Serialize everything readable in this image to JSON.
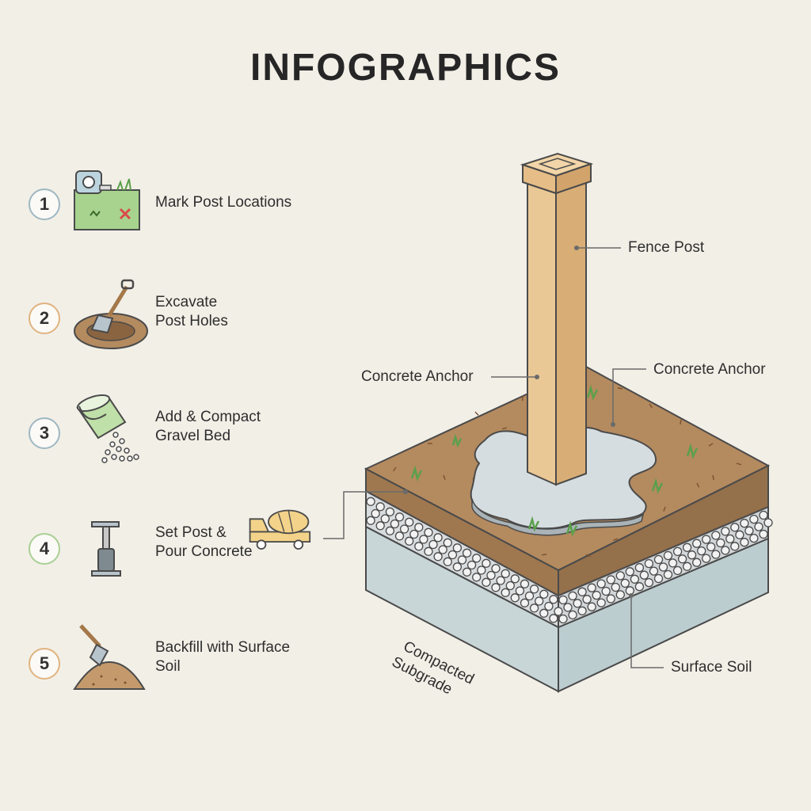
{
  "page": {
    "title": "INFOGRAPHICS"
  },
  "steps": [
    {
      "number": "1",
      "label": "Mark Post Locations",
      "icon": "measuring-tape-grass-icon",
      "ring": "#9fb7c2"
    },
    {
      "number": "2",
      "label": "Excavate Post Holes",
      "icon": "shovel-hole-icon",
      "ring": "#e0b380"
    },
    {
      "number": "3",
      "label": "Add & Compact Gravel Bed",
      "icon": "bucket-gravel-icon",
      "ring": "#9fb7c2"
    },
    {
      "number": "4",
      "label": "Set Post & Pour Concrete",
      "icon": "post-mixer-truck-icon",
      "ring": "#a9cf94"
    },
    {
      "number": "5",
      "label": "Backfill with Surface Soil",
      "icon": "shovel-soil-icon",
      "ring": "#e0b380"
    }
  ],
  "callouts": {
    "fence_post": "Fence Post",
    "concrete_anchor_left": "Concrete Anchor",
    "concrete_anchor_right": "Concrete Anchor",
    "surface_soil": "Surface Soil",
    "compacted_subgrade": "Compacted Subgrade"
  },
  "colors": {
    "soil": "#b48a5f",
    "gravel": "#d9dcde",
    "subgrade": "#c8d6d8",
    "post": "#e9c28e",
    "concrete": "#d6dde0"
  }
}
